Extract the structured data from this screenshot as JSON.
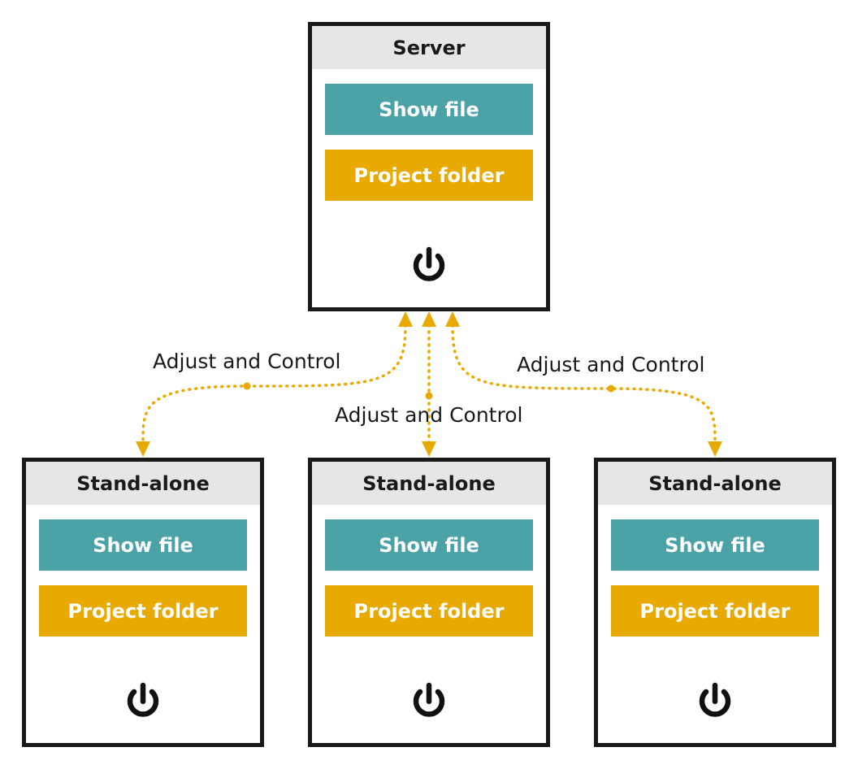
{
  "colors": {
    "show_file": "#4ba3a8",
    "project_folder": "#e8aa00",
    "connector": "#e8aa00",
    "header_bg": "#e6e6e6",
    "border": "#1a1a1a"
  },
  "server": {
    "title": "Server",
    "show_file_label": "Show file",
    "project_folder_label": "Project folder",
    "icon": "power-icon"
  },
  "standalones": [
    {
      "title": "Stand-alone",
      "show_file_label": "Show file",
      "project_folder_label": "Project folder",
      "icon": "power-icon"
    },
    {
      "title": "Stand-alone",
      "show_file_label": "Show file",
      "project_folder_label": "Project folder",
      "icon": "power-icon"
    },
    {
      "title": "Stand-alone",
      "show_file_label": "Show file",
      "project_folder_label": "Project folder",
      "icon": "power-icon"
    }
  ],
  "connections": [
    {
      "label": "Adjust and Control"
    },
    {
      "label": "Adjust and Control"
    },
    {
      "label": "Adjust and Control"
    }
  ]
}
